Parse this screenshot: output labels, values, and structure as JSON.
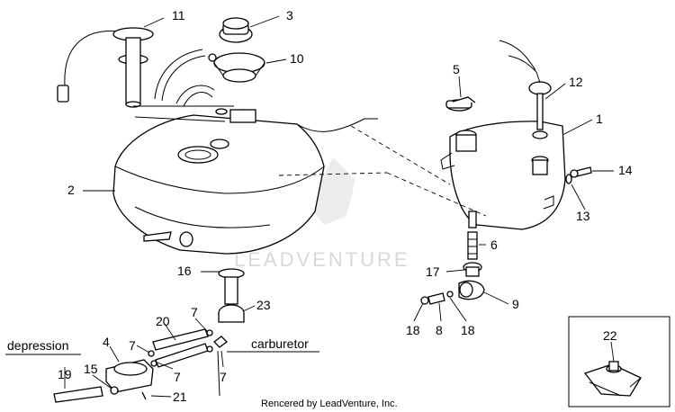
{
  "watermark": "LEADVENTURE",
  "credit": "Rencered by LeadVenture, Inc.",
  "annotations": {
    "depression": "depression",
    "carburetor": "carburetor"
  },
  "callouts": {
    "c1": "1",
    "c2": "2",
    "c3": "3",
    "c4": "4",
    "c5": "5",
    "c6": "6",
    "c7a": "7",
    "c7b": "7",
    "c7c": "7",
    "c7d": "7",
    "c8": "8",
    "c9": "9",
    "c10": "10",
    "c11": "11",
    "c12": "12",
    "c13": "13",
    "c14": "14",
    "c15": "15",
    "c16": "16",
    "c17": "17",
    "c18a": "18",
    "c18b": "18",
    "c19": "19",
    "c20": "20",
    "c21": "21",
    "c22": "22",
    "c23": "23"
  },
  "colors": {
    "line": "#000000",
    "background": "#ffffff",
    "watermark": "#d8d8d8"
  }
}
